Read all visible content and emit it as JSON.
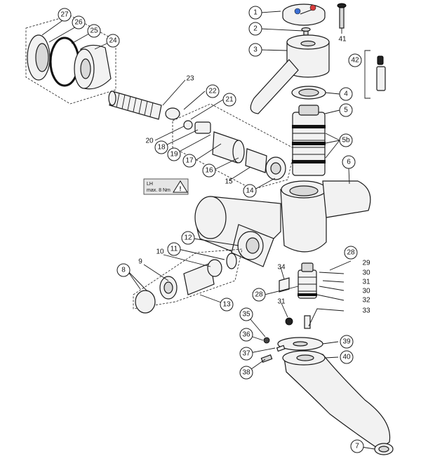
{
  "callouts": [
    {
      "id": "c1",
      "label": "1"
    },
    {
      "id": "c2",
      "label": "2"
    },
    {
      "id": "c3",
      "label": "3"
    },
    {
      "id": "c4",
      "label": "4"
    },
    {
      "id": "c5",
      "label": "5"
    },
    {
      "id": "c5b",
      "label": "5b"
    },
    {
      "id": "c6",
      "label": "6"
    },
    {
      "id": "c7",
      "label": "7"
    },
    {
      "id": "c8",
      "label": "8"
    },
    {
      "id": "c9",
      "label": "9"
    },
    {
      "id": "c10",
      "label": "10"
    },
    {
      "id": "c11",
      "label": "11"
    },
    {
      "id": "c12",
      "label": "12"
    },
    {
      "id": "c13",
      "label": "13"
    },
    {
      "id": "c14",
      "label": "14"
    },
    {
      "id": "c15",
      "label": "15"
    },
    {
      "id": "c16",
      "label": "16"
    },
    {
      "id": "c17",
      "label": "17"
    },
    {
      "id": "c18",
      "label": "18"
    },
    {
      "id": "c19",
      "label": "19"
    },
    {
      "id": "c20",
      "label": "20"
    },
    {
      "id": "c21",
      "label": "21"
    },
    {
      "id": "c22",
      "label": "22"
    },
    {
      "id": "c23",
      "label": "23"
    },
    {
      "id": "c24",
      "label": "24"
    },
    {
      "id": "c25",
      "label": "25"
    },
    {
      "id": "c26",
      "label": "26"
    },
    {
      "id": "c27",
      "label": "27"
    },
    {
      "id": "c28a",
      "label": "28"
    },
    {
      "id": "c28b",
      "label": "28"
    },
    {
      "id": "c29",
      "label": "29"
    },
    {
      "id": "c30a",
      "label": "30"
    },
    {
      "id": "c30b",
      "label": "30"
    },
    {
      "id": "c31a",
      "label": "31"
    },
    {
      "id": "c31b",
      "label": "31"
    },
    {
      "id": "c32",
      "label": "32"
    },
    {
      "id": "c33",
      "label": "33"
    },
    {
      "id": "c34",
      "label": "34"
    },
    {
      "id": "c35",
      "label": "35"
    },
    {
      "id": "c36",
      "label": "36"
    },
    {
      "id": "c37",
      "label": "37"
    },
    {
      "id": "c38",
      "label": "38"
    },
    {
      "id": "c39",
      "label": "39"
    },
    {
      "id": "c40",
      "label": "40"
    },
    {
      "id": "c41",
      "label": "41"
    },
    {
      "id": "c42",
      "label": "42"
    }
  ],
  "warning": {
    "line1": "LH",
    "line2": "max. 8 Nm"
  }
}
